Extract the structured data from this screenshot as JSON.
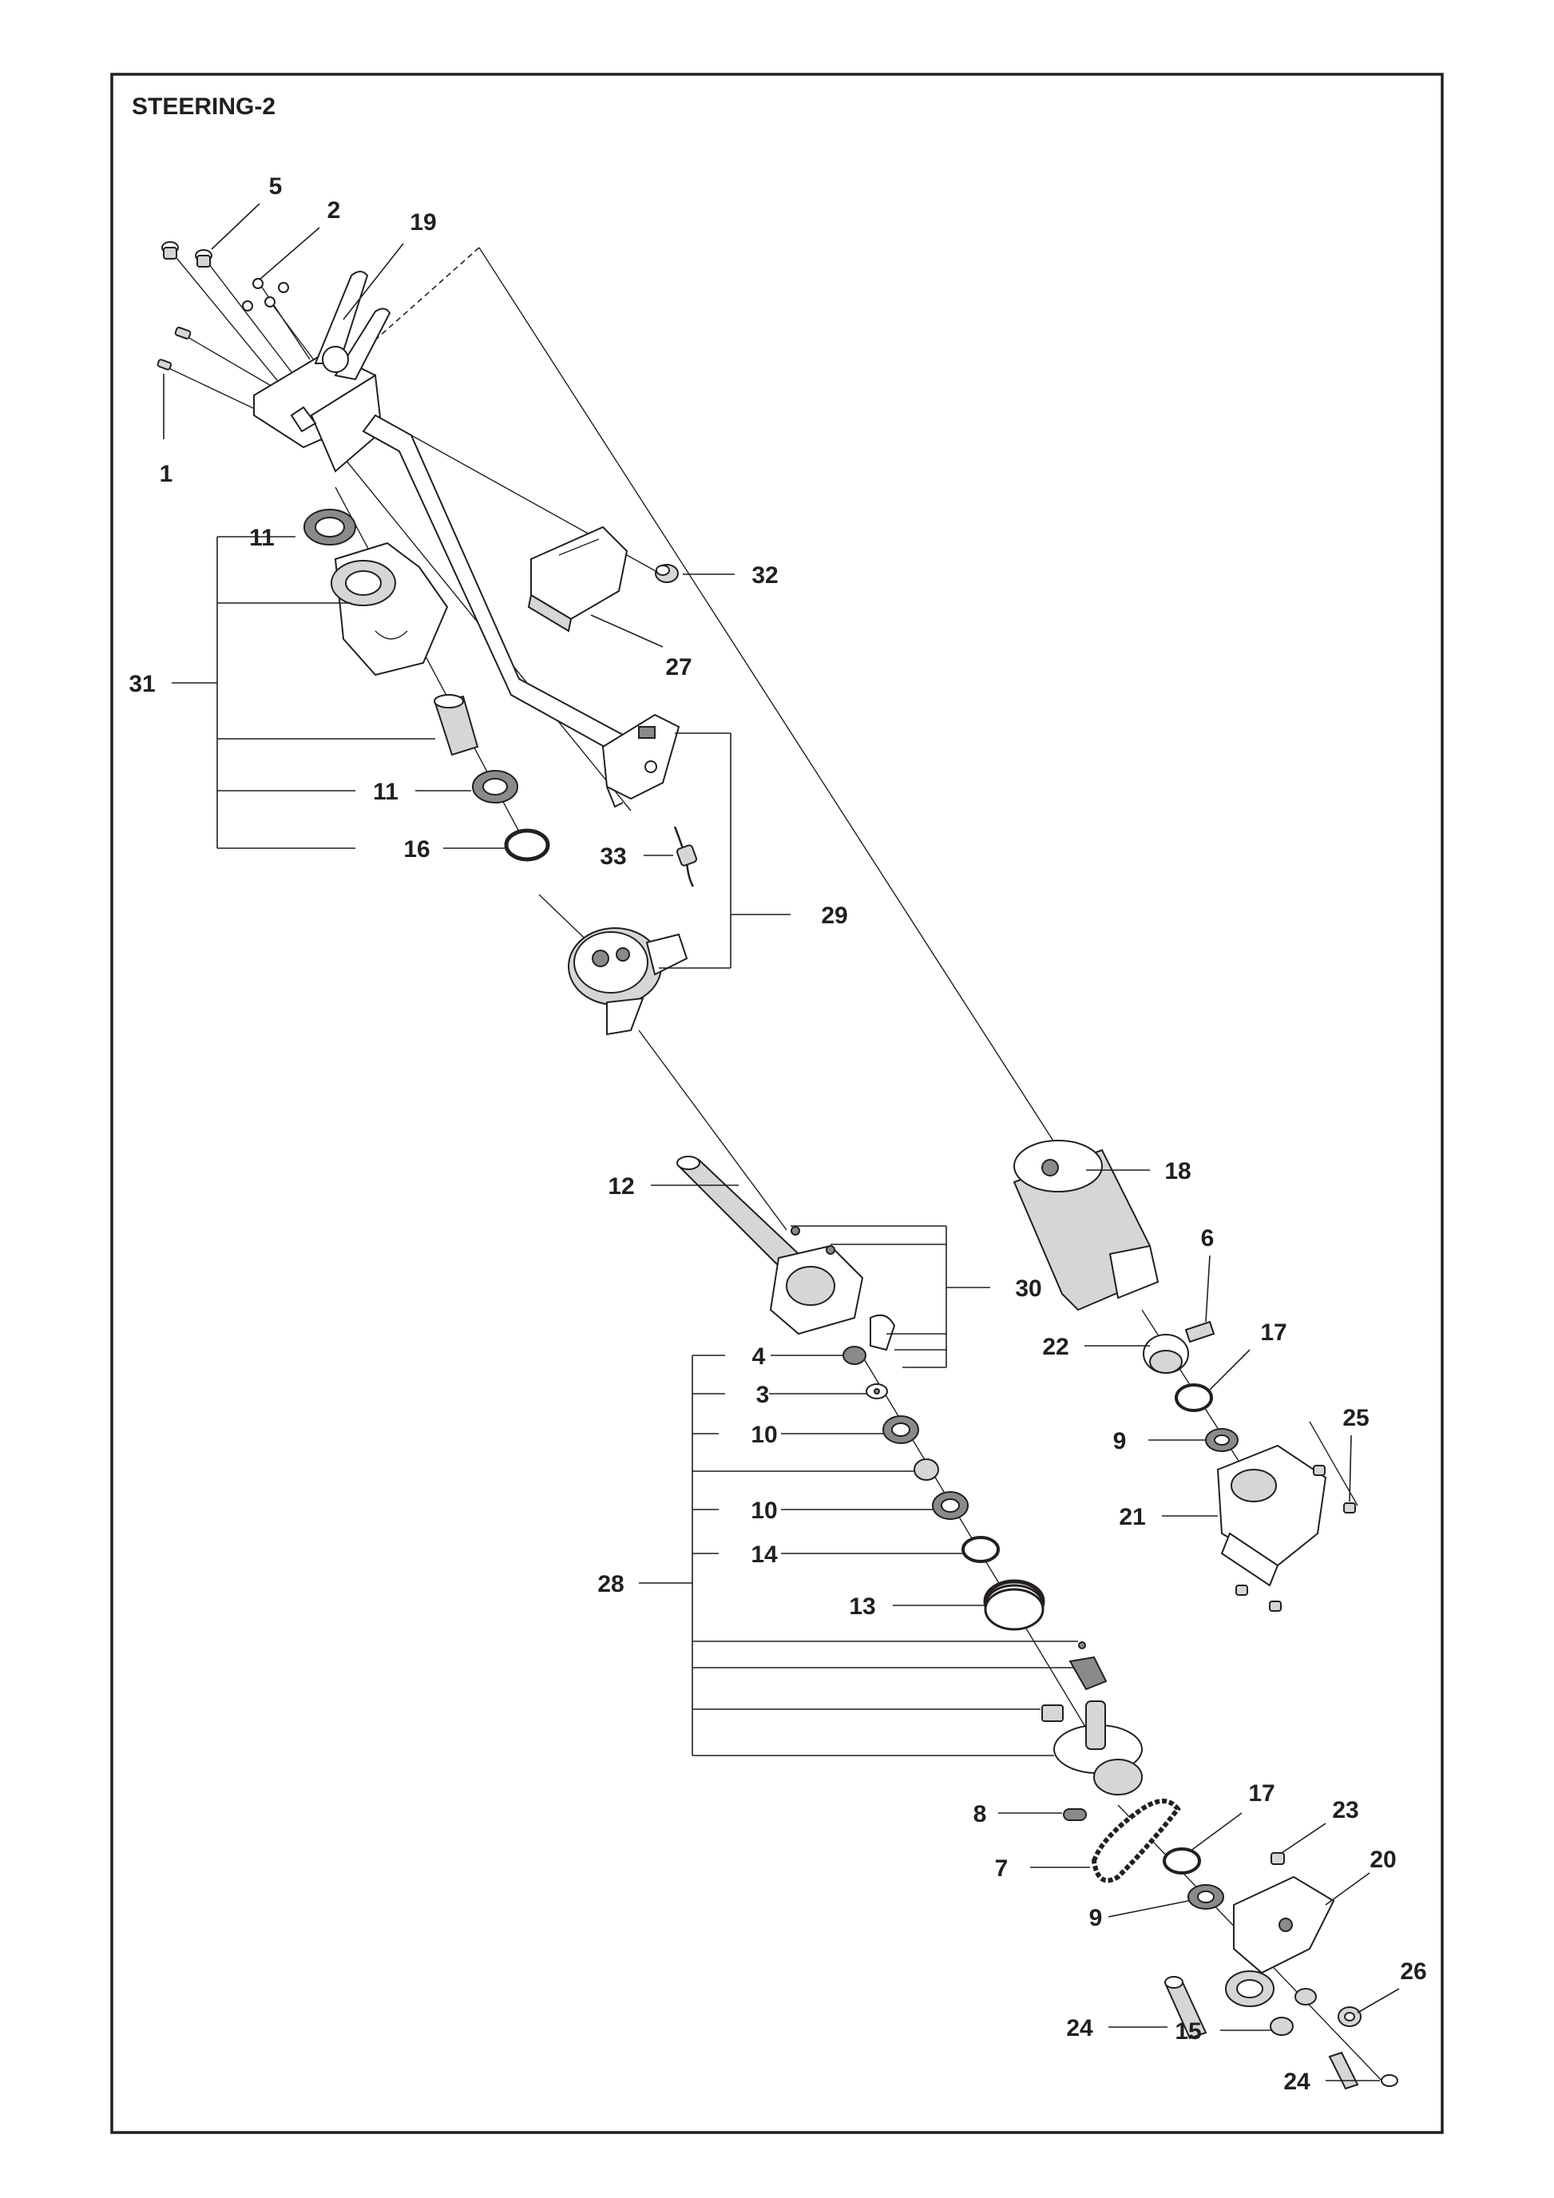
{
  "title": "STEERING-2",
  "labels": {
    "l1": "1",
    "l2": "2",
    "l3": "3",
    "l4": "4",
    "l5": "5",
    "l6": "6",
    "l7": "7",
    "l8": "8",
    "l9a": "9",
    "l9b": "9",
    "l10a": "10",
    "l10b": "10",
    "l11a": "11",
    "l11b": "11",
    "l12": "12",
    "l13": "13",
    "l14": "14",
    "l15": "15",
    "l16": "16",
    "l17a": "17",
    "l17b": "17",
    "l18": "18",
    "l19": "19",
    "l20": "20",
    "l21": "21",
    "l22": "22",
    "l23": "23",
    "l24a": "24",
    "l24b": "24",
    "l25": "25",
    "l26": "26",
    "l27": "27",
    "l28": "28",
    "l29": "29",
    "l30": "30",
    "l31": "31",
    "l32": "32",
    "l33": "33"
  }
}
